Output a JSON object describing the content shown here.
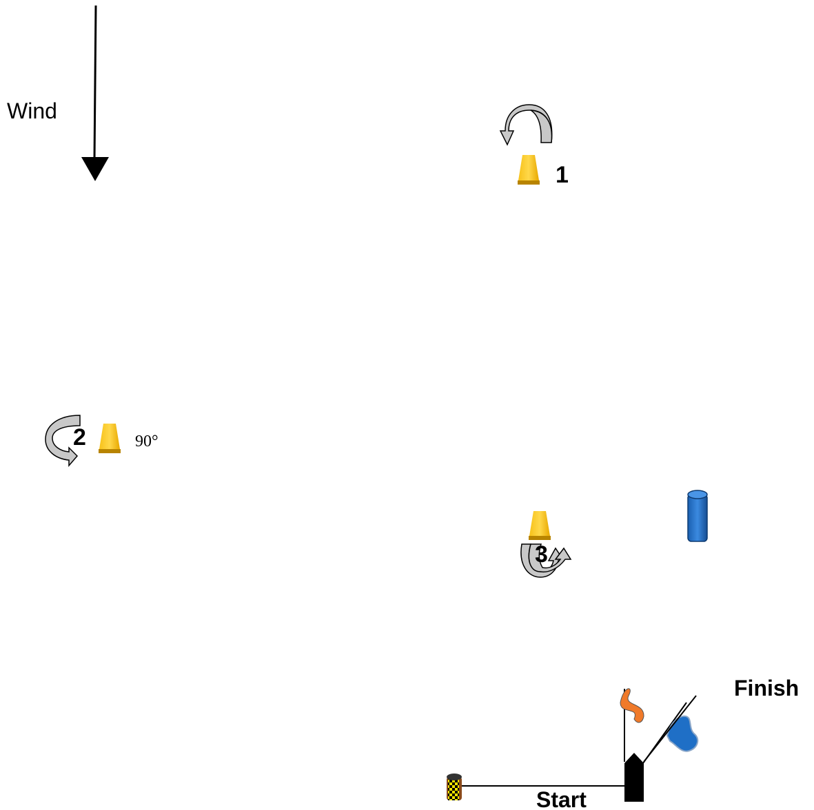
{
  "wind": {
    "label": "Wind",
    "arrow_icon": "arrow-down-icon"
  },
  "marks": [
    {
      "number": "1",
      "rounding": "port",
      "color": "#f5b800"
    },
    {
      "number": "2",
      "rounding": "port",
      "angle_label": "90°",
      "color": "#f5b800"
    },
    {
      "number": "3",
      "rounding": "port",
      "color": "#f5b800"
    }
  ],
  "start": {
    "label": "Start",
    "pin_colors": [
      "#f5e400",
      "#000000",
      "#8b4a1a"
    ]
  },
  "finish": {
    "label": "Finish",
    "mark_color": "#1f6fc6"
  },
  "committee_boat": {
    "flag_orange": "#f07a2a",
    "flag_blue": "#1f6fc6",
    "hull_color": "#000000"
  },
  "colors": {
    "rounding_arrow_fill": "#c8c8c8",
    "line": "#000000"
  }
}
